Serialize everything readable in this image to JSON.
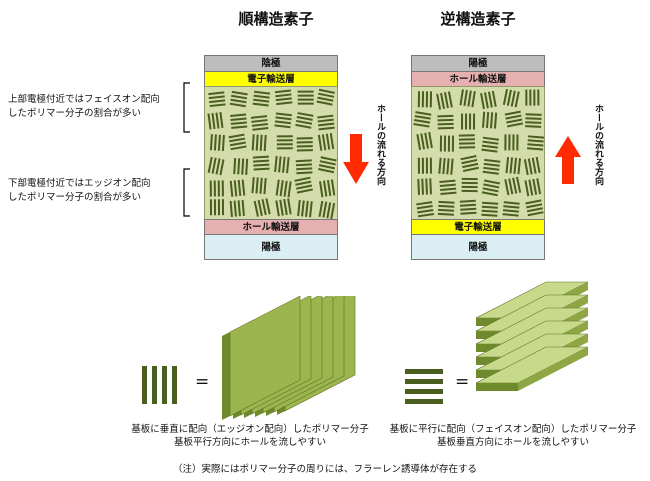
{
  "titles": {
    "normal": "順構造素子",
    "inverted": "逆構造素子"
  },
  "normal_device": {
    "top": "陰極",
    "etl": "電子輸送層",
    "htl": "ホール輸送層",
    "bottom": "陽極",
    "flow": "ホールの流れる方向"
  },
  "inverted_device": {
    "top": "陽極",
    "htl": "ホール輸送層",
    "etl": "電子輸送層",
    "bottom": "陽極",
    "flow": "ホールの流れる方向"
  },
  "annotations": {
    "upper_line1": "上部電極付近ではフェイスオン配向",
    "upper_line2": "したポリマー分子の割合が多い",
    "lower_line1": "下部電極付近ではエッジオン配向",
    "lower_line2": "したポリマー分子の割合が多い"
  },
  "equals": "=",
  "captions": {
    "edge_line1": "基板に垂直に配向（エッジオン配向）したポリマー分子",
    "edge_line2": "基板平行方向にホールを流しやすい",
    "face_line1": "基板に平行に配向（フェイスオン配向）したポリマー分子",
    "face_line2": "基板垂直方向にホールを流しやすい"
  },
  "footnote": "（注）実際にはポリマー分子の周りには、フラーレン誘導体が存在する",
  "colors": {
    "cathode_gray": "#bdbdbd",
    "etl_yellow": "#ffff00",
    "htl_pink": "#e6b0b0",
    "anode_blue": "#dbeef3",
    "bulk_green": "#d3dcaa",
    "molecule": "#4a5e1f",
    "arrow_red": "#ff2a00"
  }
}
